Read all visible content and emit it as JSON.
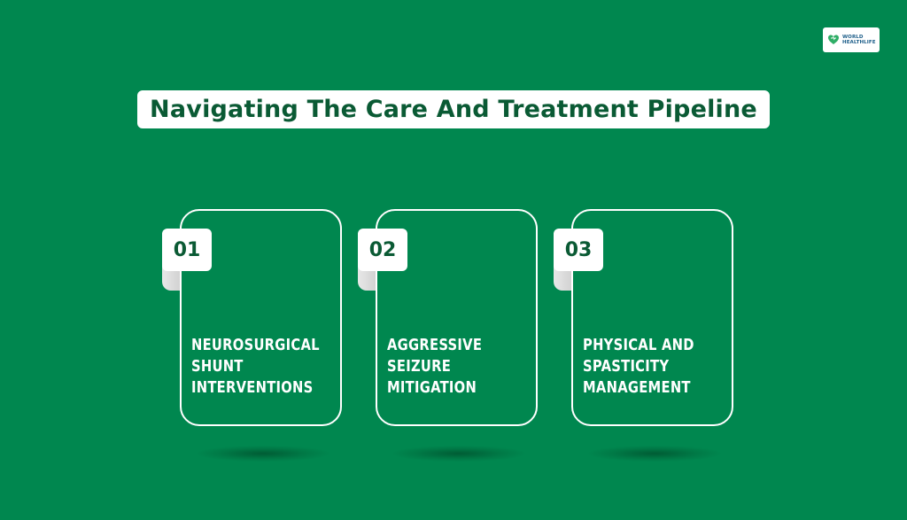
{
  "logo": {
    "line1": "WORLD",
    "line2": "HEALTHLIFE"
  },
  "title": "Navigating The Care And Treatment Pipeline",
  "cards": [
    {
      "number": "01",
      "lines": [
        "NEUROSURGICAL",
        "SHUNT",
        "INTERVENTIONS"
      ]
    },
    {
      "number": "02",
      "lines": [
        "AGGRESSIVE",
        "SEIZURE",
        "MITIGATION"
      ]
    },
    {
      "number": "03",
      "lines": [
        "PHYSICAL AND",
        "SPASTICITY",
        "MANAGEMENT"
      ]
    }
  ],
  "colors": {
    "background": "#00874f",
    "title_text": "#0a5a34",
    "card_border": "#ffffff",
    "logo_text": "#1f5f8a"
  }
}
